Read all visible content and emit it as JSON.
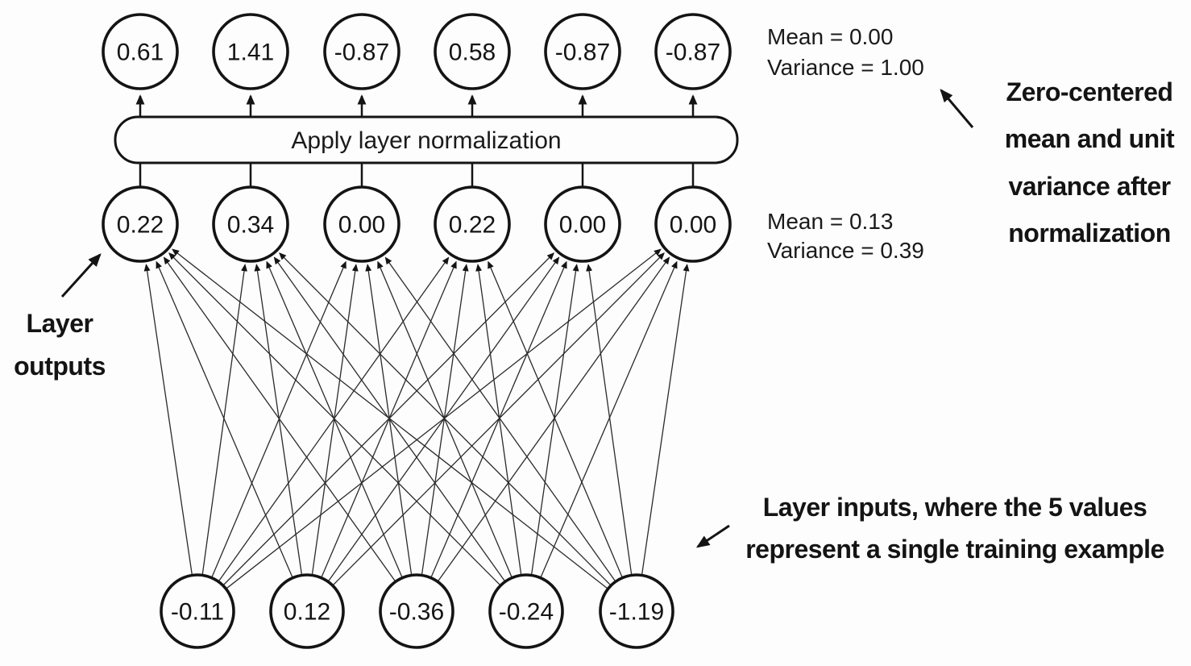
{
  "nodes": {
    "normalized": [
      "0.61",
      "1.41",
      "-0.87",
      "0.58",
      "-0.87",
      "-0.87"
    ],
    "outputs": [
      "0.22",
      "0.34",
      "0.00",
      "0.22",
      "0.00",
      "0.00"
    ],
    "inputs": [
      "-0.11",
      "0.12",
      "-0.36",
      "-0.24",
      "-1.19"
    ]
  },
  "norm_box": {
    "label": "Apply layer normalization"
  },
  "stats_after": {
    "mean": "Mean = 0.00",
    "variance": "Variance = 1.00"
  },
  "stats_before": {
    "mean": "Mean = 0.13",
    "variance": "Variance = 0.39"
  },
  "annotations": {
    "outputs_lines": [
      "Layer",
      "outputs"
    ],
    "normalized_lines": [
      "Zero-centered",
      "mean and unit",
      "variance after",
      "normalization"
    ],
    "inputs_lines": [
      "Layer inputs, where the 5 values",
      "represent a single training example"
    ]
  },
  "colors": {
    "ink": "#141414",
    "background": "#fdfdfd"
  }
}
